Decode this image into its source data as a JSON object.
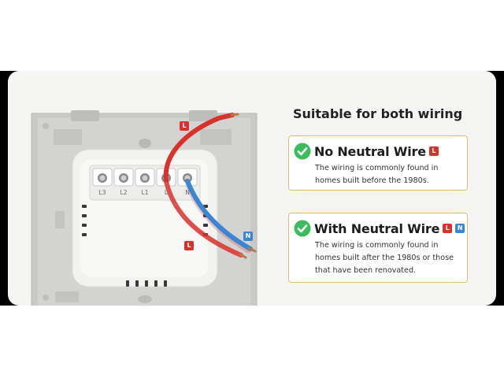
{
  "heading": "Suitable for both wiring",
  "options": [
    {
      "title": "No Neutral Wire",
      "tags": [
        "L"
      ],
      "description": "The wiring is commonly found in homes built before the 1980s."
    },
    {
      "title": "With Neutral Wire",
      "tags": [
        "L",
        "N"
      ],
      "description": "The wiring is commonly found in homes built after the 1980s or those that have been renovated."
    }
  ],
  "terminals": [
    "L3",
    "L2",
    "L1",
    "L",
    "N"
  ],
  "wire_labels": {
    "live": "L",
    "neutral": "N"
  },
  "colors": {
    "live_wire": "#d9312b",
    "neutral_wire": "#3a86d4",
    "check_green": "#3dbb5f",
    "box_border": "#e6b878"
  }
}
